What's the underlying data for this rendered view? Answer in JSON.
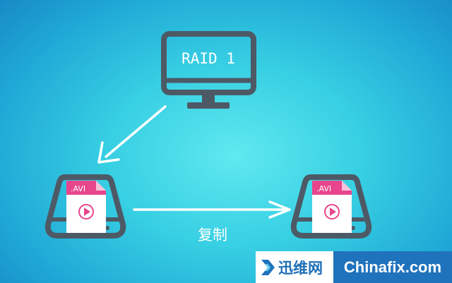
{
  "diagram": {
    "monitor": {
      "label": "RAID 1"
    },
    "disk_left": {
      "file_tag": ".AVI"
    },
    "disk_right": {
      "file_tag": ".AVI"
    },
    "copy_label": "复制"
  },
  "watermark": {
    "brand_cn": "迅维网",
    "brand_en": "Chinafix.com"
  },
  "colors": {
    "icon_stroke": "#4d5a66",
    "file_accent": "#e8468c",
    "arrow": "#ffffff",
    "watermark_blue": "#1f73bc"
  }
}
